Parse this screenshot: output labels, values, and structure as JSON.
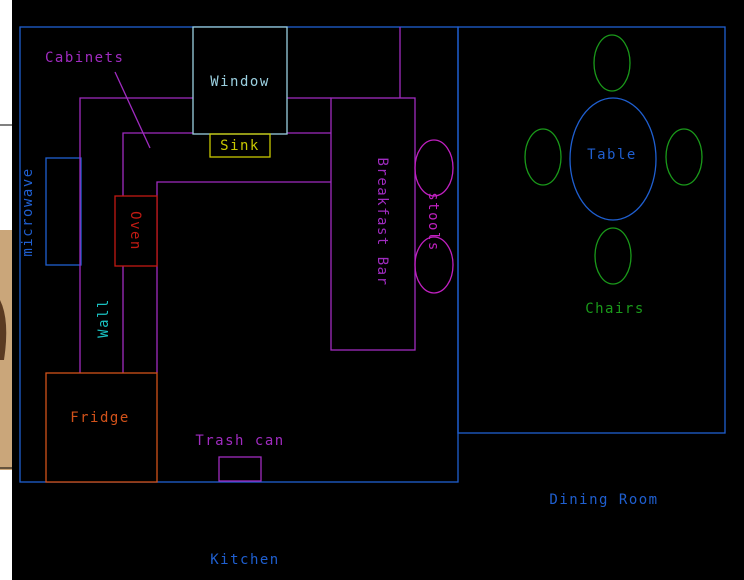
{
  "colors": {
    "background": "#000000",
    "outline": "#1f5fd0",
    "cabinets": "#a02bc0",
    "window": "#9bd0e0",
    "sink": "#c8c800",
    "fridge": "#d2521a",
    "oven": "#c21a12",
    "wall_label": "#19c0c0",
    "chairs": "#1a9a1a",
    "stools": "#c020c0"
  },
  "labels": {
    "cabinets": "Cabinets",
    "window": "Window",
    "sink": "Sink",
    "breakfast_bar": "Breakfast Bar",
    "stools": "stools",
    "microwave": "microwave",
    "oven": "Oven",
    "wall": "Wall",
    "fridge": "Fridge",
    "trash_can": "Trash can",
    "table": "Table",
    "chairs": "Chairs",
    "dining_room": "Dining Room",
    "kitchen": "Kitchen"
  }
}
